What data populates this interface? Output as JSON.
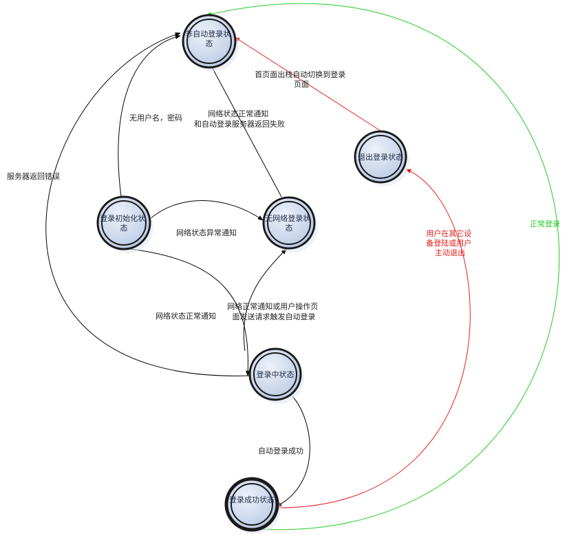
{
  "states": {
    "non_auto_login": [
      "非自动登录状",
      "态"
    ],
    "logout": [
      "退出登录状态"
    ],
    "init": [
      "登录初始化状",
      "态"
    ],
    "no_network": [
      "无网络登录状",
      "态"
    ],
    "logging_in": [
      "登录中状态"
    ],
    "login_success": [
      "登录成功状态"
    ]
  },
  "transitions": {
    "server_error": [
      "服务器返回错误"
    ],
    "no_credentials": [
      "无用户名，密码"
    ],
    "network_ok_auto_fail": [
      "网络状态正常通知",
      "和自动登录服务器返回失败"
    ],
    "homepage_exit": [
      "首页面出栈自动切换到登录",
      "页面"
    ],
    "network_abnormal": [
      "网络状态异常通知"
    ],
    "network_normal": [
      "网络状态正常通知"
    ],
    "network_or_user_request": [
      "网络正常通知或用户操作页",
      "面发送请求触发自动登录"
    ],
    "auto_login_success": [
      "自动登录成功"
    ],
    "other_device_logout": [
      "用户在其它设",
      "备登陆或用户",
      "主动退出"
    ],
    "normal_logout": [
      "正常登录"
    ]
  },
  "colors": {
    "node_fill": "#c6d3e8",
    "node_stroke": "#1a1a1a",
    "edge_black": "#000000",
    "edge_red": "#e0201c",
    "edge_green": "#22cc22"
  }
}
